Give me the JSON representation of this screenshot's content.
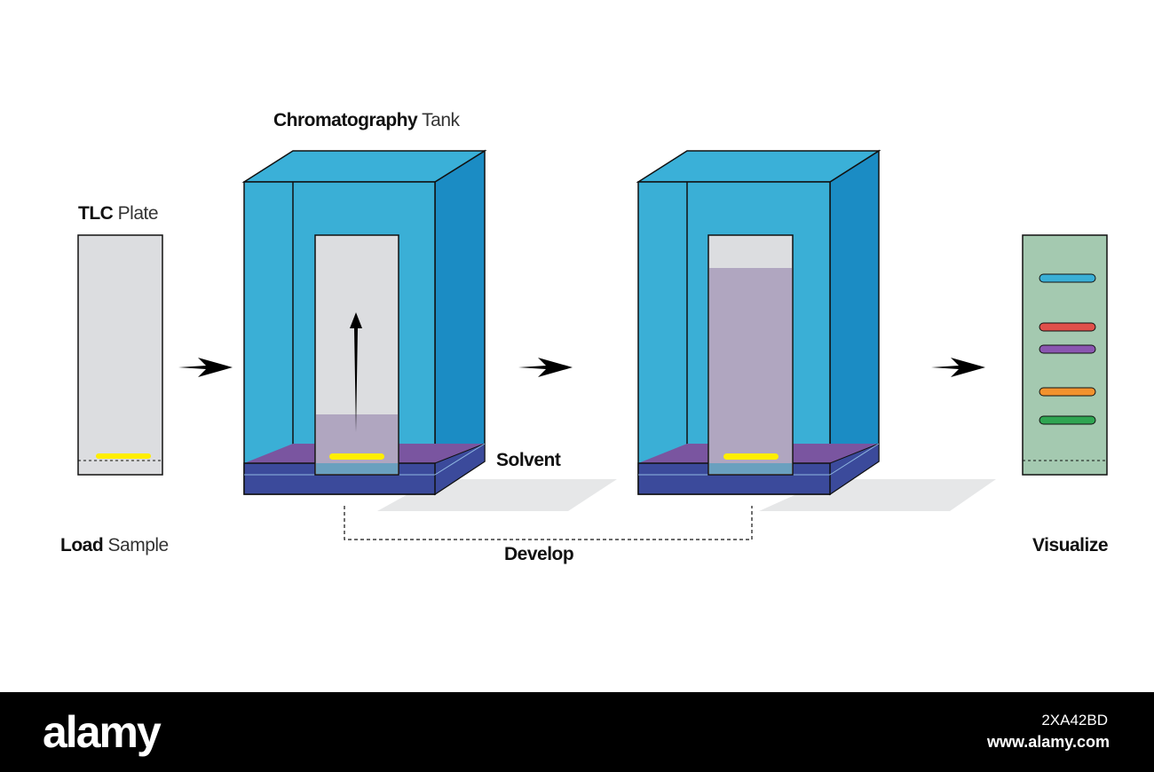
{
  "labels": {
    "tlc_plate_bold": "TLC",
    "tlc_plate_light": "Plate",
    "tank_bold": "Chromatography",
    "tank_light": "Tank",
    "solvent": "Solvent",
    "load_bold": "Load",
    "load_light": "Sample",
    "develop": "Develop",
    "visualize": "Visualize"
  },
  "colors": {
    "tank_front": "#3aafd6",
    "tank_side": "#1b8cc4",
    "tank_top": "#3ab0d8",
    "solvent_front": "#3b4a9b",
    "solvent_top": "#7a55a0",
    "plate": "#dcdde0",
    "developed_plate": "#a4c9b0",
    "solvent_rise": "#b0a6c0",
    "sample_spot": "#ffee00"
  },
  "result_bands": [
    {
      "color": "blue",
      "hex": "#3aafd6"
    },
    {
      "color": "red",
      "hex": "#e0504a"
    },
    {
      "color": "purple",
      "hex": "#8a56b0"
    },
    {
      "color": "orange",
      "hex": "#f2922e"
    },
    {
      "color": "green",
      "hex": "#2fa552"
    }
  ],
  "footer": {
    "logo": "alamy",
    "image_id": "2XA42BD",
    "site": "www.alamy.com"
  }
}
